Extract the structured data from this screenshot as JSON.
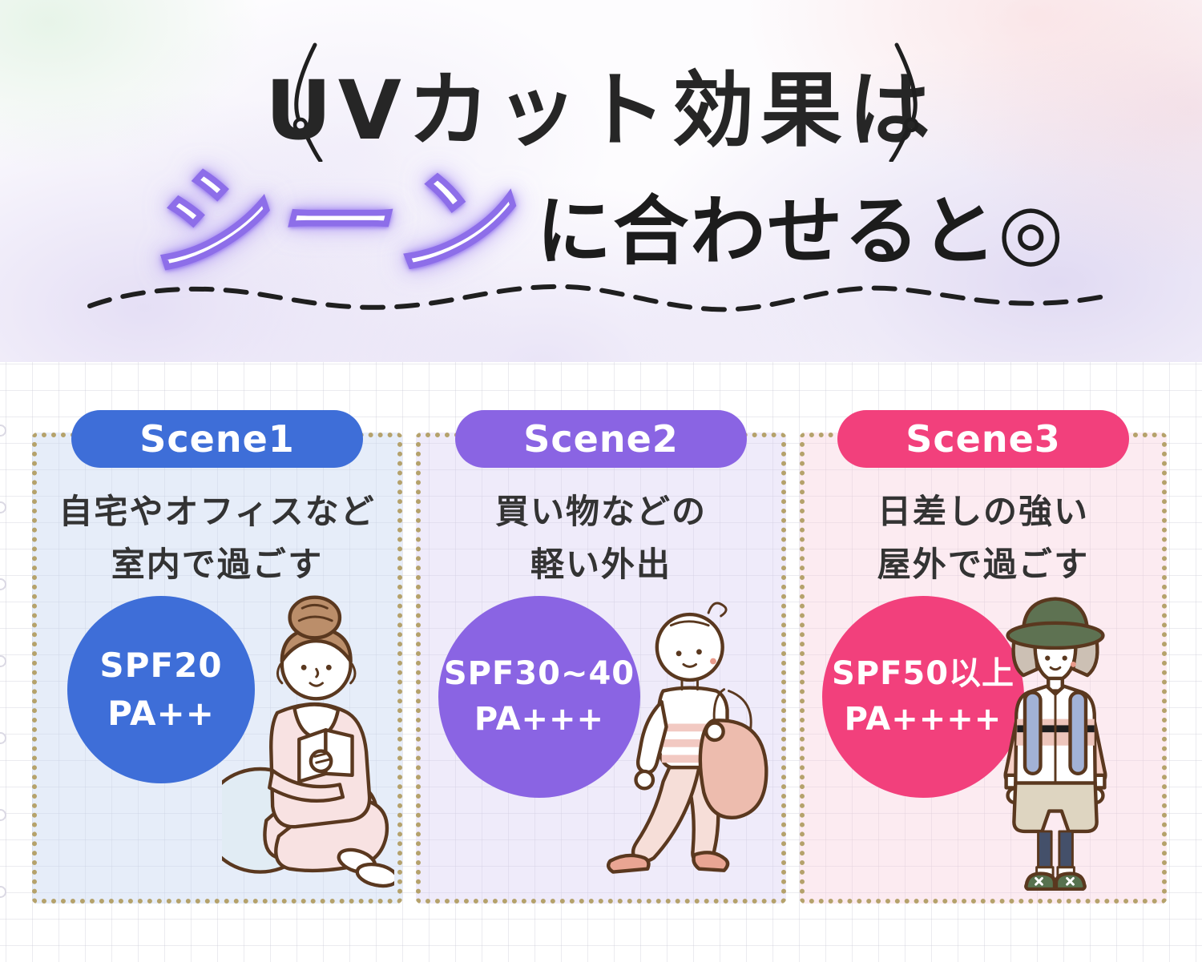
{
  "header": {
    "title_line1": "UVカット効果は",
    "highlight_word": "シーン",
    "title_line2_rest": "に合わせると◎",
    "highlight_glow_color": "#8d6ee9",
    "ink_color": "#1f1f1f"
  },
  "scenes": [
    {
      "badge": "Scene1",
      "description_line1": "自宅やオフィスなど",
      "description_line2": "室内で過ごす",
      "spf": "SPF20",
      "pa": "PA++",
      "accent_color": "#3e6ed8",
      "bg_color": "rgba(199,216,242,0.45)",
      "illustration": "woman-reading-indoors"
    },
    {
      "badge": "Scene2",
      "description_line1": "買い物などの",
      "description_line2": "軽い外出",
      "spf": "SPF30~40",
      "pa": "PA+++",
      "accent_color": "#8a64e3",
      "bg_color": "rgba(216,206,243,0.4)",
      "illustration": "woman-walking-shopping"
    },
    {
      "badge": "Scene3",
      "description_line1": "日差しの強い",
      "description_line2": "屋外で過ごす",
      "spf": "SPF50以上",
      "pa": "PA++++",
      "accent_color": "#f2407c",
      "bg_color": "rgba(248,205,221,0.4)",
      "illustration": "hiker-outdoors"
    }
  ],
  "style": {
    "dot_border_color": "#b5a26b",
    "illustration_outline_color": "#5a381f"
  }
}
